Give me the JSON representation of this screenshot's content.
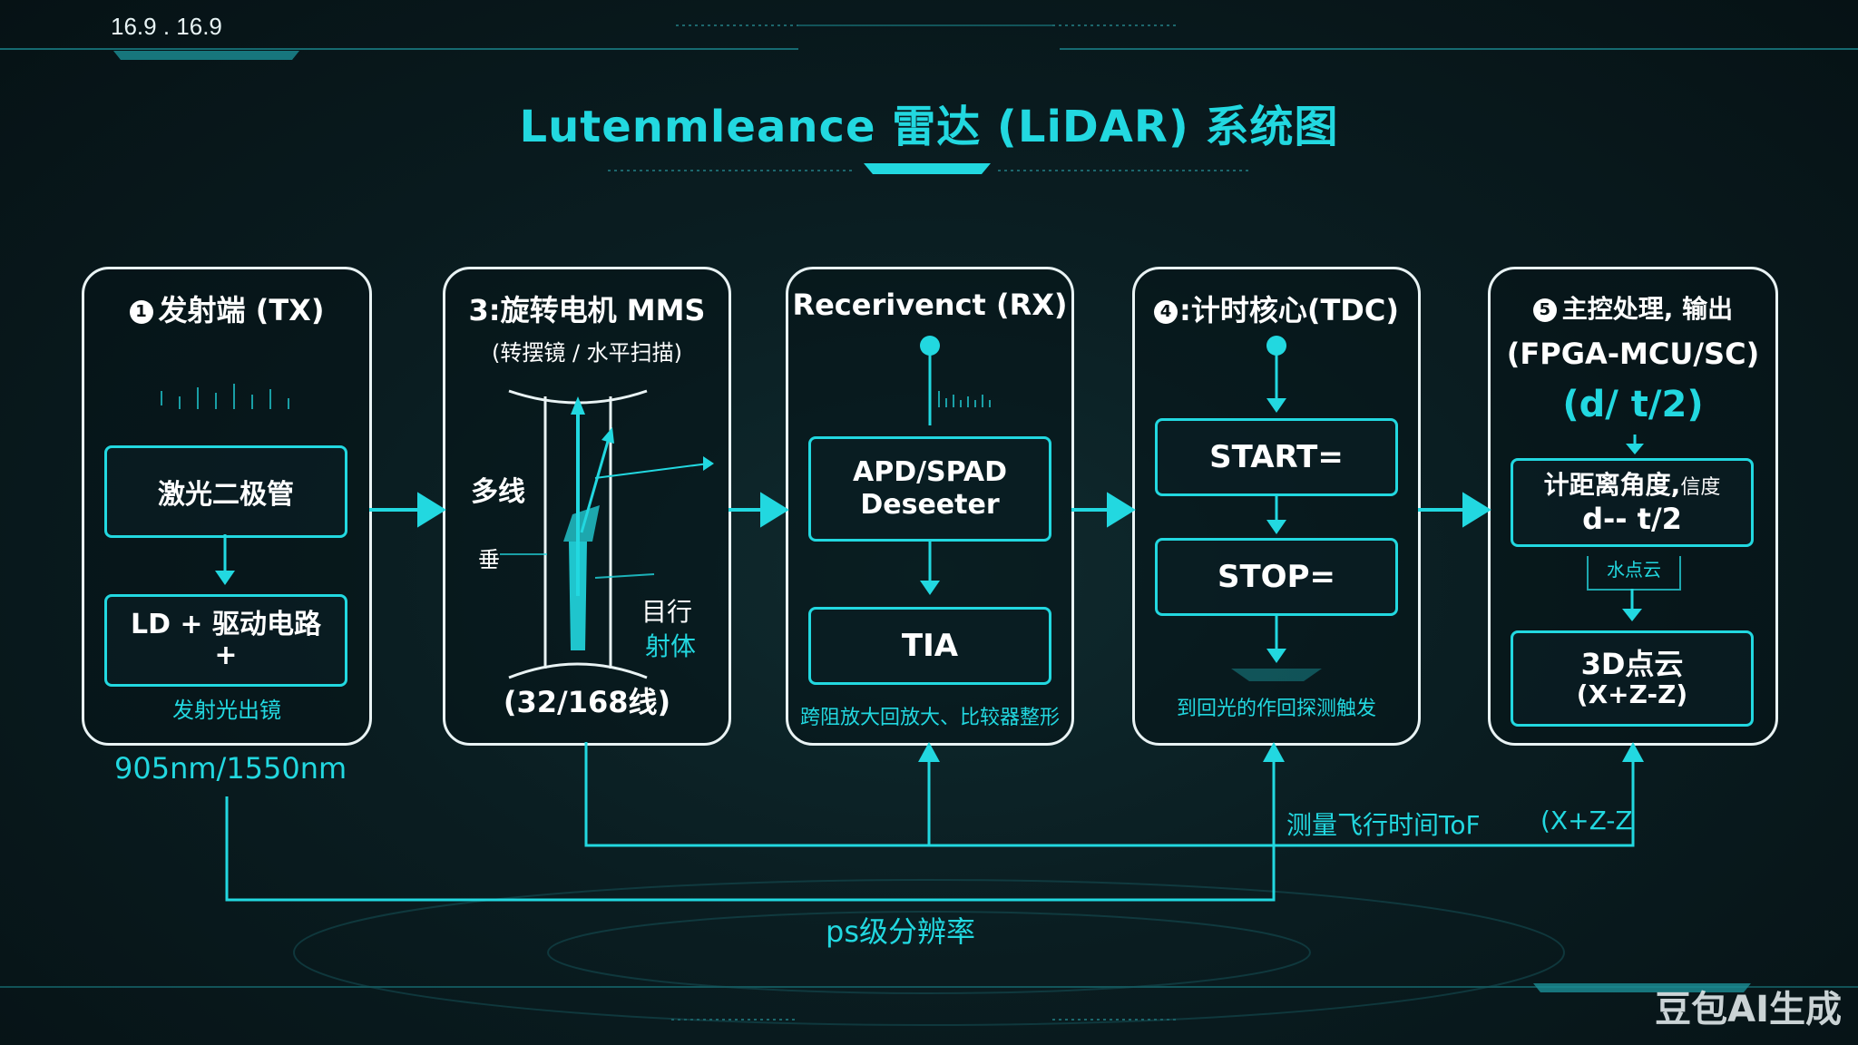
{
  "header": {
    "version": "16.9 . 16.9",
    "title": "Lutenmleance 雷达 (LiDAR) 系统图"
  },
  "panels": {
    "tx": {
      "title": "发射端 (TX)",
      "num": "1",
      "box1": "激光二极管",
      "box2_line1": "LD + 驱动电路",
      "box2_line2": "+",
      "caption": "发射光出镜",
      "wavelength": "905nm/1550nm"
    },
    "scan": {
      "title": "3:旋转电机 MMS",
      "subtitle": "(转摆镜 / 水平扫描)",
      "label_multiline": "多线",
      "label_vertical": "垂",
      "label_target1": "目行",
      "label_target2": "射体",
      "lines": "(32/168线)"
    },
    "rx": {
      "title": "Recerivenct (RX)",
      "box1_line1": "APD/SPAD",
      "box1_line2": "Deseeter",
      "box2": "TIA",
      "caption": "跨阻放大回放大、比较器整形"
    },
    "tdc": {
      "title": ":计时核心(TDC)",
      "num": "4",
      "start": "START=",
      "stop": "STOP=",
      "caption": "到回光的作回探测触发"
    },
    "cpu": {
      "title": "主控处理, 输出",
      "num": "5",
      "subtitle": "(FPGA-MCU/SC)",
      "formula": "(d/ t/2)",
      "box1_line1a": "计距离角度,",
      "box1_line1b": "信度",
      "box1_line2": "d-- t/2",
      "small_box": "水点云",
      "box2_line1": "3D点云",
      "box2_line2": "(X+Z-Z)"
    }
  },
  "bottom": {
    "tof": "测量飞行时间ToF",
    "xyz": "(X+Z-Z",
    "resolution": "ps级分辨率"
  },
  "watermark": "豆包AI生成",
  "colors": {
    "accent": "#22d8e0",
    "border": "#e9f3f4",
    "background": "#0a1d21"
  }
}
